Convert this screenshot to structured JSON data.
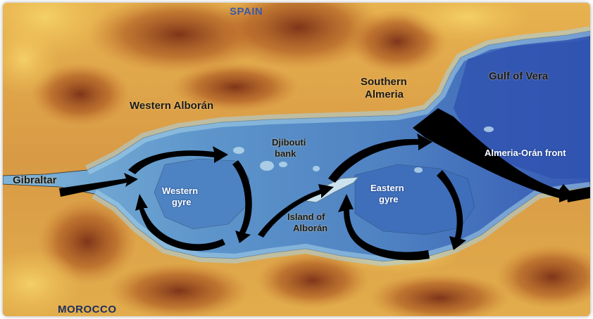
{
  "labels": {
    "spain": "SPAIN",
    "morocco": "MOROCCO",
    "western_alboran": "Western Alborán",
    "southern_almeria_1": "Southern",
    "southern_almeria_2": "Almeria",
    "gulf_of_vera": "Gulf of Vera",
    "gibraltar": "Gibraltar",
    "djibouti_bank_1": "Djibouti",
    "djibouti_bank_2": "bank",
    "western_gyre_1": "Western",
    "western_gyre_2": "gyre",
    "eastern_gyre_1": "Eastern",
    "eastern_gyre_2": "gyre",
    "island_1": "Island of",
    "island_2": "Alborán",
    "front": "Almeria-Orán front"
  },
  "colors": {
    "land_low": "#f0c35a",
    "land_mid": "#d68a3a",
    "land_high": "#8a3b1c",
    "sea_shallow": "#8fc3df",
    "sea_mid": "#5a90c8",
    "sea_deep": "#2f55b0",
    "current": "#000000"
  }
}
